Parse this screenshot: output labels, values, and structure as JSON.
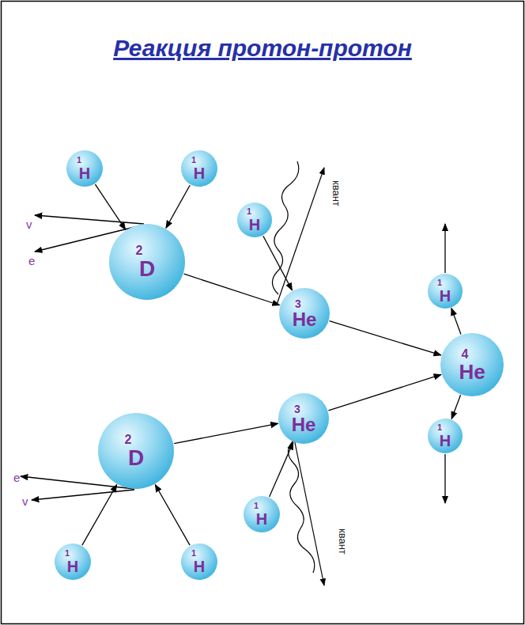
{
  "diagram": {
    "title": "Реакция протон-протон",
    "nodes": [
      {
        "text": [
          "1",
          "H"
        ]
      },
      {
        "text": [
          "1",
          "H"
        ]
      },
      {
        "text": [
          "2",
          "D"
        ]
      },
      {
        "text": [
          "1",
          "H"
        ]
      },
      {
        "text": [
          "3",
          "He"
        ]
      },
      {
        "text": [
          "1",
          "H"
        ]
      },
      {
        "text": [
          "4",
          "He"
        ]
      },
      {
        "text": [
          "1",
          "H"
        ]
      },
      {
        "text": [
          "3",
          "He"
        ]
      },
      {
        "text": [
          "2",
          "D"
        ]
      },
      {
        "text": [
          "1",
          "H"
        ]
      },
      {
        "text": [
          "1",
          "H"
        ]
      },
      {
        "text": [
          "1",
          "H"
        ]
      }
    ],
    "edges": [
      {
        "from": 0,
        "to": 2,
        "arrow": "to"
      },
      {
        "from": 1,
        "to": 2,
        "arrow": "to"
      },
      {
        "from": 2,
        "to": 4,
        "arrow": "to"
      },
      {
        "from": 3,
        "to": 4,
        "arrow": "to"
      },
      {
        "from": 4,
        "to": 6,
        "arrow": "to"
      },
      {
        "from": 8,
        "to": 6,
        "arrow": "to"
      },
      {
        "from": 6,
        "to": 5,
        "arrow": "to"
      },
      {
        "from": 6,
        "to": 7,
        "arrow": "to"
      },
      {
        "from": 9,
        "to": 8,
        "arrow": "to"
      },
      {
        "from": 10,
        "to": 8,
        "arrow": "to"
      },
      {
        "from": 11,
        "to": 9,
        "arrow": "to"
      },
      {
        "from": 12,
        "to": 9,
        "arrow": "to"
      }
    ],
    "labels": [
      "v",
      "e",
      "квант",
      "e",
      "v",
      "квант"
    ]
  }
}
